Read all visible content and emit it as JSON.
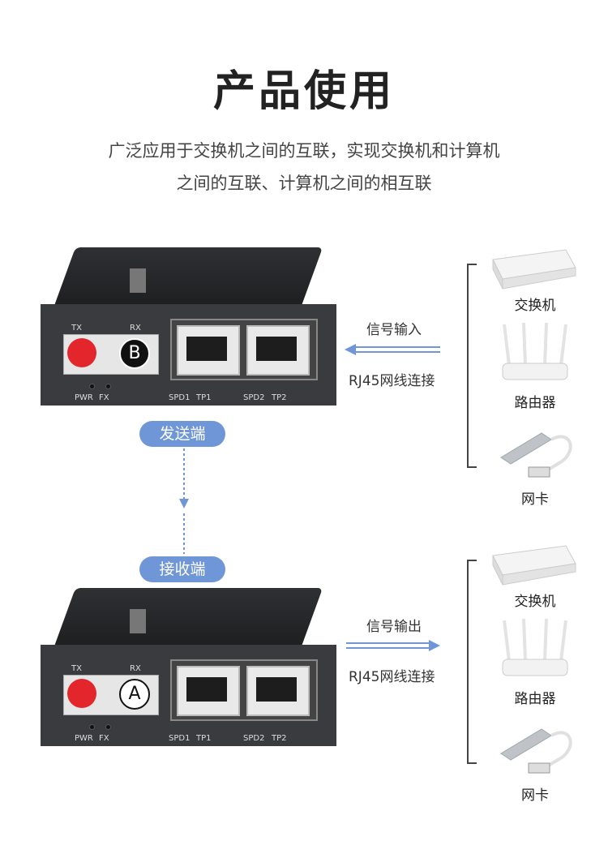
{
  "title": "产品使用",
  "subtitle": {
    "line1": "广泛应用于交换机之间的互联，实现交换机和计算机",
    "line2": "之间的互联、计算机之间的相互联"
  },
  "top_unit": {
    "badge": "B",
    "ports": {
      "tx": "TX",
      "rx": "RX",
      "pwr": "PWR",
      "fx": "FX",
      "spd1": "SPD1",
      "tp1": "TP1",
      "spd2": "SPD2",
      "tp2": "TP2"
    },
    "signal": "信号输入",
    "cable": "RJ45网线连接",
    "pill": "发送端"
  },
  "bottom_unit": {
    "badge": "A",
    "ports": {
      "tx": "TX",
      "rx": "RX",
      "pwr": "PWR",
      "fx": "FX",
      "spd1": "SPD1",
      "tp1": "TP1",
      "spd2": "SPD2",
      "tp2": "TP2"
    },
    "signal": "信号输出",
    "cable": "RJ45网线连接",
    "pill": "接收端"
  },
  "devices_top": [
    "交换机",
    "路由器",
    "网卡"
  ],
  "devices_bottom": [
    "交换机",
    "路由器",
    "网卡"
  ],
  "colors": {
    "accent": "#6f96d6",
    "fiber_red": "#e3262b",
    "device_dark": "#2b2c2f"
  }
}
